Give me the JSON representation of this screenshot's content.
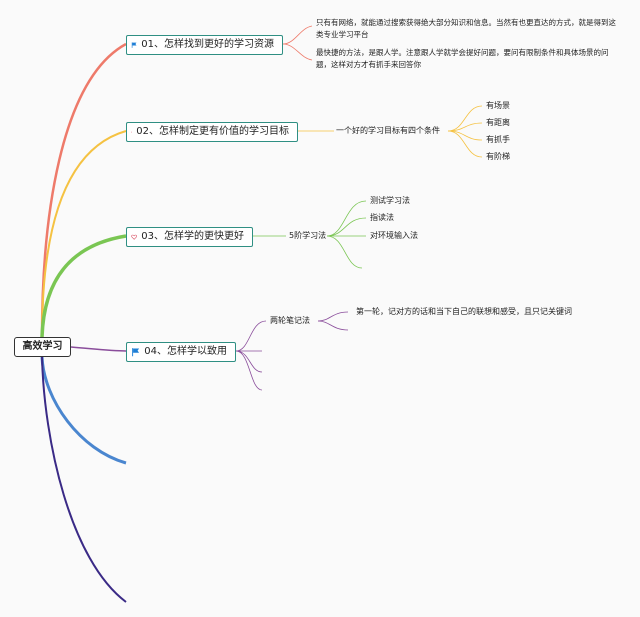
{
  "root": {
    "label": "高效学习"
  },
  "branches": [
    {
      "label": "01、怎样找到更好的学习资源",
      "icon": "flag-icon",
      "color": "#ee7a6a",
      "notes": [
        "只有有网络，就能通过搜索获得绝大部分知识和信息。当然有也更直达的方式，就是得到这类专业学习平台",
        "最快捷的方法，是跟人学。注意跟人学就学会提好问题，要问有限制条件和具体场景的问题，这样对方才有抓手来回答你"
      ]
    },
    {
      "label": "02、怎样制定更有价值的学习目标",
      "icon": "home-icon",
      "color": "#f5c242",
      "sub": "一个好的学习目标有四个条件",
      "items": [
        "有场景",
        "有距离",
        "有抓手",
        "有阶梯"
      ]
    },
    {
      "label": "03、怎样学的更快更好",
      "icon": "heart-icon",
      "color": "#7ac653",
      "sub": "5阶学习法",
      "items": [
        "测试学习法",
        "指读法",
        "对环境输入法"
      ]
    },
    {
      "label": "04、怎样学以致用",
      "icon": "flag-icon",
      "color": "#8a4d9b",
      "sub": "两轮笔记法",
      "items": [
        "第一轮，记对方的话和当下自己的联想和感受，且只记关键词"
      ]
    }
  ],
  "colors": {
    "blue_branch": "#4a86cf",
    "navy_branch": "#3a2a86",
    "node_border": "#2f8f83",
    "flag": "#1f7fd6",
    "home": "#d6455b",
    "heart": "#d6455b"
  }
}
